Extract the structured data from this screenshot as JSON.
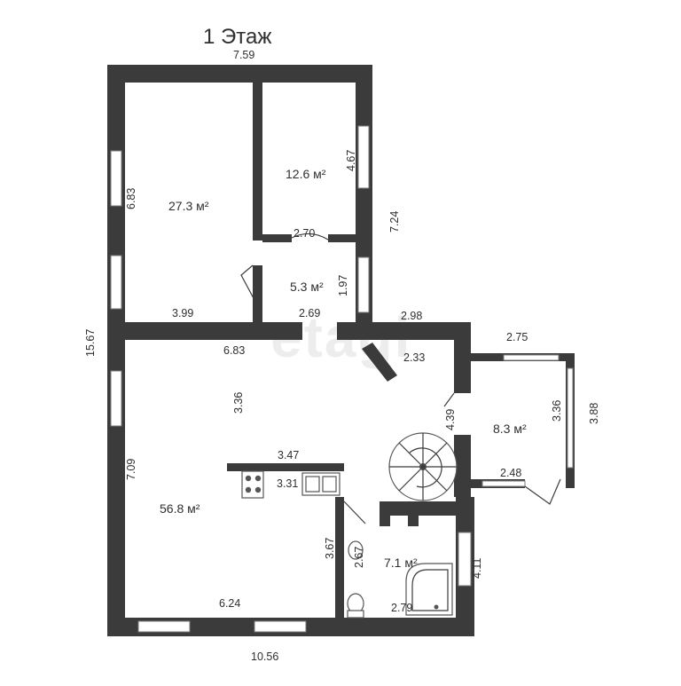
{
  "plan": {
    "title": "1 Этаж",
    "watermark": "etagi",
    "rooms": {
      "bedroom_big": "27.3 м²",
      "bedroom_small": "12.6 м²",
      "hall": "5.3 м²",
      "living": "56.8 м²",
      "side_room": "8.3 м²",
      "bath": "7.1 м²"
    },
    "dimensions": {
      "top_width": "7.59",
      "bedroom_big_height": "6.83",
      "bedroom_small_height": "4.67",
      "right_upper_height": "7.24",
      "hall_top": "2.70",
      "hall_height": "1.97",
      "bedroom_big_width": "3.99",
      "hall_width": "2.69",
      "left_total_height": "15.67",
      "living_top": "6.83",
      "step_width": "2.98",
      "step_depth": "2.33",
      "living_depth": "3.36",
      "side_room_width": "2.75",
      "side_room_inner_height": "3.36",
      "side_room_outer_height": "3.88",
      "stair_wall": "4.39",
      "living_left_height": "7.09",
      "kitchen_width": "3.47",
      "kitchen_inner": "3.31",
      "side_room_bottom": "2.48",
      "kitchen_wall_height": "3.67",
      "bath_inner_height": "2.67",
      "bath_height": "4.11",
      "living_bottom": "6.24",
      "bath_width": "2.79",
      "bottom_total": "10.56"
    }
  },
  "colors": {
    "wall": "#3b3b3b",
    "background": "#ffffff",
    "text": "#2f2f2f"
  }
}
